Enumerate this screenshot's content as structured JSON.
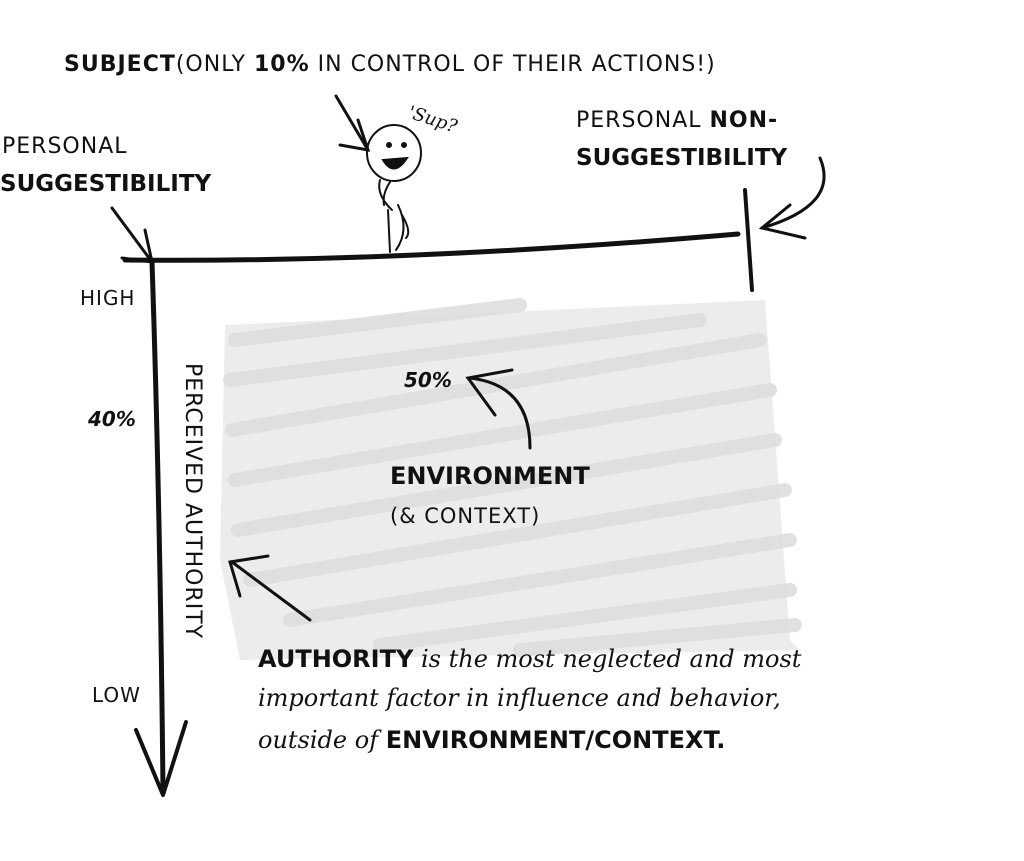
{
  "subject": {
    "word": "SUBJECT",
    "note_open": "(ONLY ",
    "pct": "10%",
    "note_close": " IN CONTROL OF THEIR ACTIONS!)",
    "speech": "'Sup?"
  },
  "left_end": {
    "line1": "PERSONAL",
    "line2": "SUGGESTIBILITY"
  },
  "right_end": {
    "line1_plain": "PERSONAL ",
    "line1_bold": "NON-",
    "line2": "SUGGESTIBILITY"
  },
  "vertical_axis": {
    "title": "PERCEIVED AUTHORITY",
    "high": "HIGH",
    "low": "LOW",
    "pct": "40%"
  },
  "environment": {
    "pct": "50%",
    "title": "ENVIRONMENT",
    "subtitle": "(& CONTEXT)"
  },
  "caption": {
    "word1": "AUTHORITY",
    "text1": " is the most neglected and most",
    "line2": "important factor in influence and behavior,",
    "text3": "outside of ",
    "word3": "ENVIRONMENT/CONTEXT."
  },
  "colors": {
    "ink": "#111111",
    "shading": "#e6e6e6",
    "background": "#ffffff"
  }
}
